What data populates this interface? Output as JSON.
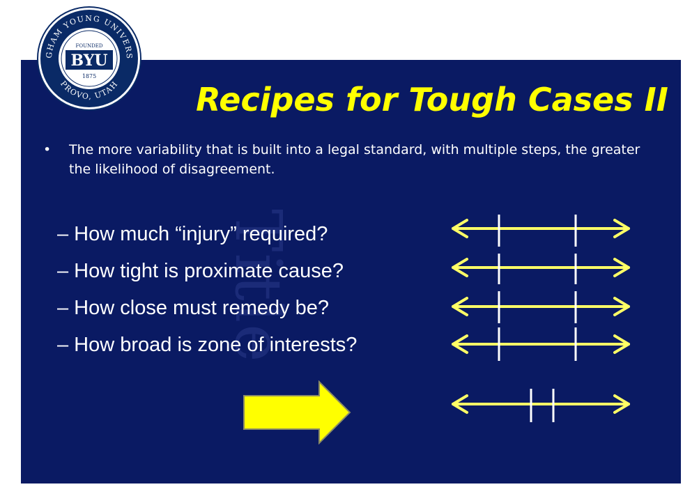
{
  "seal": {
    "arc_top": "BRIGHAM YOUNG UNIVERSITY",
    "arc_bottom": "PROVO, UTAH",
    "founded": "FOUNDED",
    "name": "BYU",
    "year": "1875"
  },
  "slide": {
    "title": "Recipes for Tough Cases II",
    "watermark": "Title",
    "bullet_symbol": "•",
    "bullet_text": "The more variability that is built into a legal standard, with multiple steps, the greater the likelihood of disagreement.",
    "subpoints": [
      "– How much “injury” required?",
      "– How tight is proximate cause?",
      "– How close must remedy be?",
      "– How broad is zone of interests?"
    ]
  },
  "colors": {
    "background": "#0a1a63",
    "title": "#ffff00",
    "arrow": "#ffff66",
    "big_arrow_fill": "#ffff00",
    "big_arrow_stroke": "#8a8a66",
    "text": "#ffffff"
  },
  "icons": {
    "double_arrow": "double-headed-arrow",
    "big_arrow": "right-block-arrow"
  }
}
